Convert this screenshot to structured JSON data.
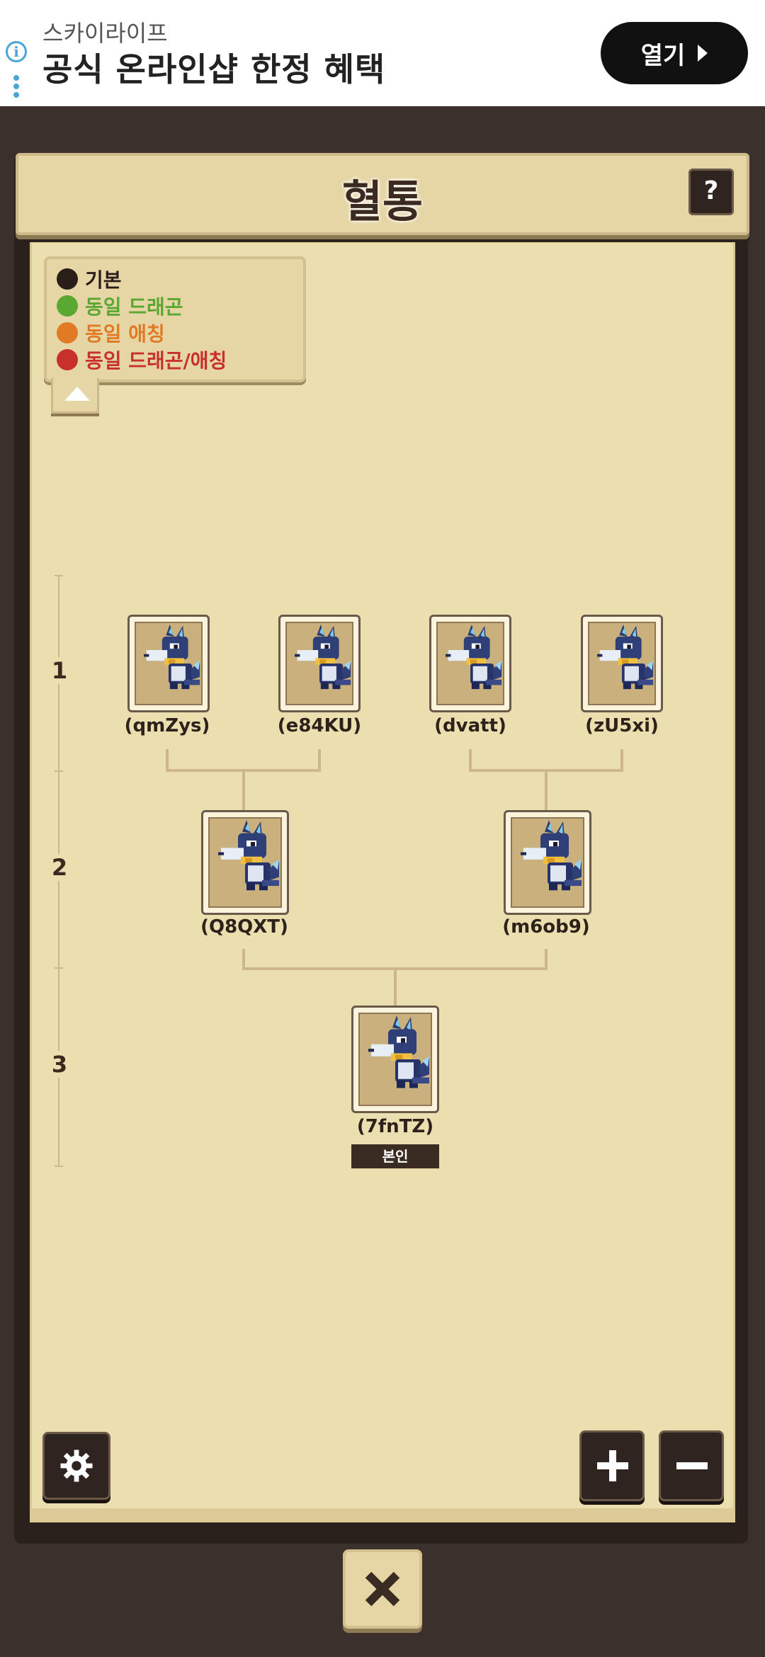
{
  "ad": {
    "brand": "스카이라이프",
    "headline": "공식 온라인샵 한정 혜택",
    "open_label": "열기",
    "info_icon": "info-icon"
  },
  "screen": {
    "title": "혈통",
    "help_label": "?"
  },
  "legend": {
    "items": [
      {
        "label": "기본",
        "color": "#2a1e18"
      },
      {
        "label": "동일 드래곤",
        "color": "#5aa832"
      },
      {
        "label": "동일 애칭",
        "color": "#e07a24"
      },
      {
        "label": "동일 드래곤/애칭",
        "color": "#c8302c"
      }
    ]
  },
  "generations": [
    "1",
    "2",
    "3"
  ],
  "tree": {
    "gen1": [
      "(qmZys)",
      "(e84KU)",
      "(dvatt)",
      "(zU5xi)"
    ],
    "gen2": [
      "(Q8QXT)",
      "(m6ob9)"
    ],
    "gen3": [
      "(7fnTZ)"
    ],
    "self_badge": "본인"
  },
  "controls": {
    "settings_icon": "gear-icon",
    "zoom_in_icon": "plus-icon",
    "zoom_out_icon": "minus-icon",
    "close_icon": "close-icon"
  }
}
